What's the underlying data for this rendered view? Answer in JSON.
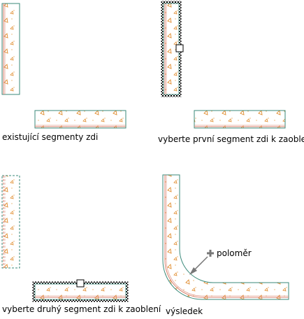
{
  "colors": {
    "wall_outline": "#3a8a7a",
    "wall_face": "#d9826f",
    "hatch": "#e08a2a",
    "selection": "#000000",
    "text": "#000000"
  },
  "panels": {
    "existing": {
      "caption": "existující segmenty zdi"
    },
    "select_first": {
      "caption": "vyberte první segment zdi k zaoblení"
    },
    "select_second": {
      "caption": "vyberte druhý segment zdi k zaoblení"
    },
    "result": {
      "caption": "výsledek",
      "radius_label": "poloměr"
    }
  }
}
